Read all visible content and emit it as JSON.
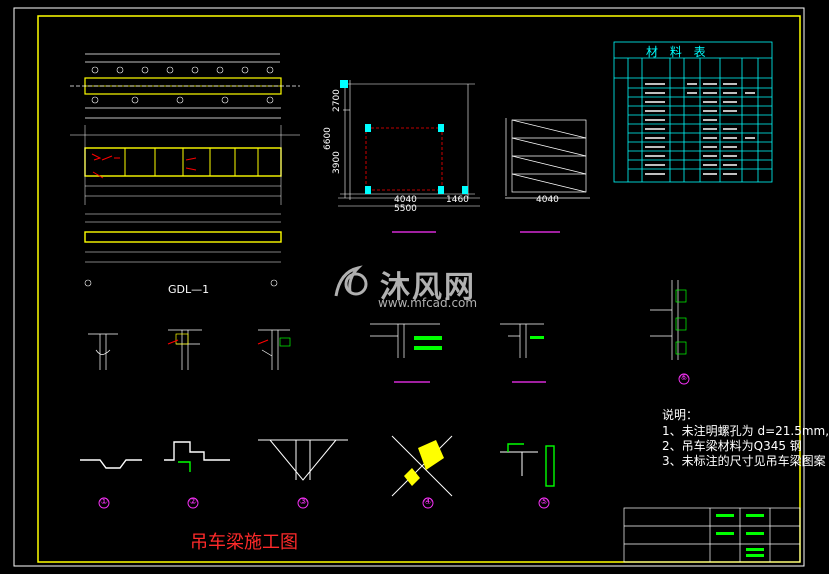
{
  "drawing": {
    "title": "吊车梁施工图",
    "beam_label": "GDL—1",
    "watermark_cn": "沐风网",
    "watermark_url": "www.mfcad.com",
    "material_table_title": "材 料 表",
    "dims": {
      "plan_w1": "4040",
      "plan_w2": "1460",
      "plan_total": "5500",
      "plan_h1": "2700",
      "plan_h2": "3900",
      "plan_h_total": "6600",
      "elev_w": "4040"
    },
    "notes": {
      "heading": "说明：",
      "line1": "1、未注明螺孔为 d=21.5mm,",
      "line2": "2、吊车梁材料为Q345 钢",
      "line3": "3、未标注的尺寸见吊车梁图案"
    },
    "section_marks": [
      "①",
      "②",
      "③",
      "④",
      "⑤",
      "⑥"
    ],
    "colors": {
      "background": "#000000",
      "frame": "#ffff00",
      "beam": "#ffff00",
      "table": "#00ffff",
      "title": "#ff2a2a",
      "section_mark": "#ff33ff",
      "lines": "#ffffff",
      "detail": "#00ff00",
      "dim_red": "#ff0000"
    }
  }
}
